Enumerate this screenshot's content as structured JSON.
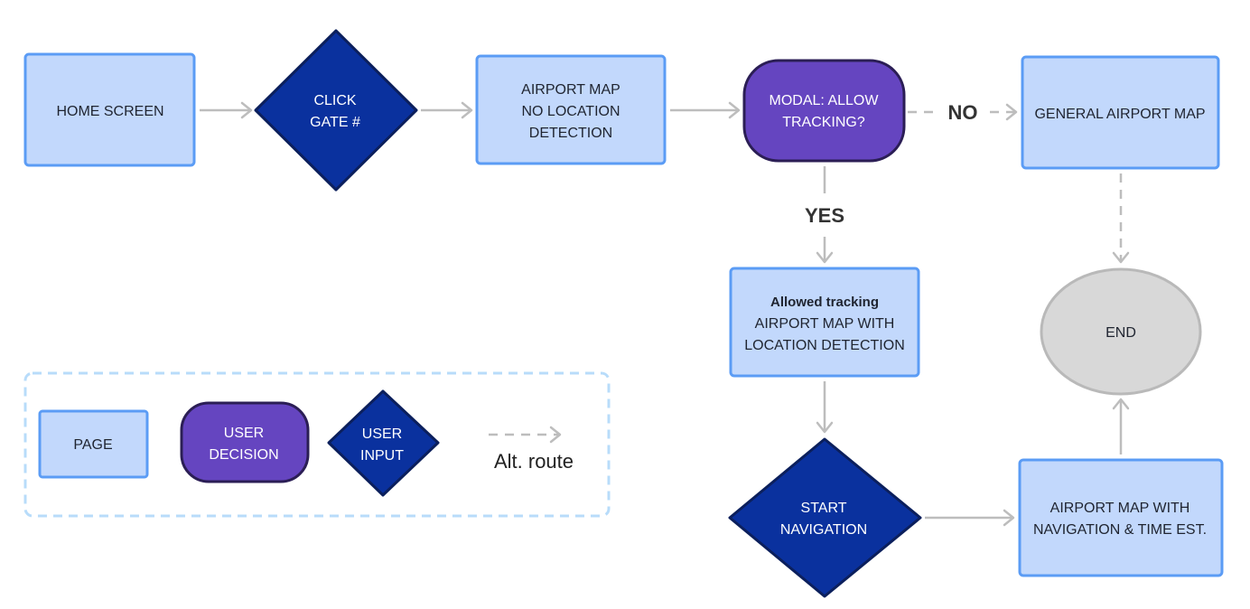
{
  "nodes": {
    "home_screen": {
      "lines": [
        "HOME SCREEN"
      ]
    },
    "click_gate": {
      "lines": [
        "CLICK",
        "GATE #"
      ]
    },
    "airport_map_no_loc": {
      "lines": [
        "AIRPORT MAP",
        "NO LOCATION",
        "DETECTION"
      ]
    },
    "modal_allow": {
      "lines": [
        "MODAL: ALLOW",
        "TRACKING?"
      ]
    },
    "general_map": {
      "lines": [
        "GENERAL AIRPORT MAP"
      ]
    },
    "allowed_tracking": {
      "title": "Allowed tracking",
      "lines": [
        "AIRPORT MAP WITH",
        "LOCATION DETECTION"
      ]
    },
    "end": {
      "lines": [
        "END"
      ]
    },
    "start_nav": {
      "lines": [
        "START",
        "NAVIGATION"
      ]
    },
    "map_with_nav": {
      "lines": [
        "AIRPORT MAP WITH",
        "NAVIGATION & TIME EST."
      ]
    }
  },
  "edge_labels": {
    "no": "NO",
    "yes": "YES"
  },
  "legend": {
    "page": {
      "lines": [
        "PAGE"
      ]
    },
    "user_decision": {
      "lines": [
        "USER",
        "DECISION"
      ]
    },
    "user_input": {
      "lines": [
        "USER",
        "INPUT"
      ]
    },
    "alt_route": "Alt. route"
  },
  "colors": {
    "page_fill": "#c2d8fc",
    "page_stroke": "#5b9cf5",
    "decision_fill": "#6545c0",
    "decision_stroke": "#2b1e55",
    "input_fill": "#0a319e",
    "input_stroke": "#0b1f5c",
    "end_fill": "#d8d8d8",
    "end_stroke": "#b9b9b9",
    "edge": "#bdbdbd",
    "legend_border": "#b8dcfa"
  }
}
